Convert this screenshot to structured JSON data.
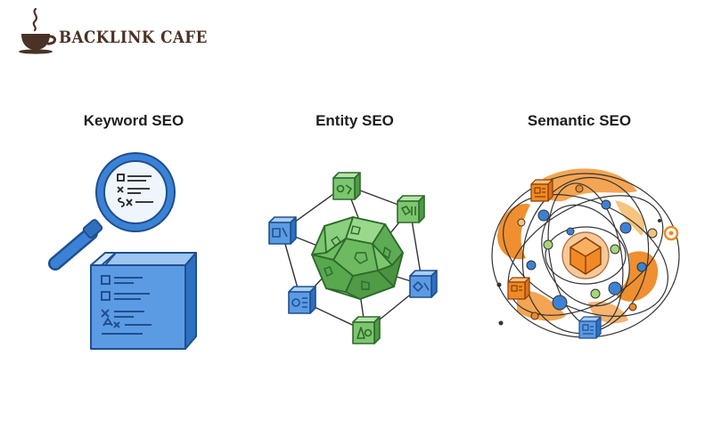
{
  "brand": {
    "name": "BACKLINK CAFE",
    "icon": "coffee-cup-icon",
    "color": "#4a3226"
  },
  "panels": [
    {
      "title": "Keyword SEO",
      "illustration": "magnifier-document-icon",
      "color": "#3b82d6"
    },
    {
      "title": "Entity SEO",
      "illustration": "entity-graph-icon",
      "color": "#5aa955"
    },
    {
      "title": "Semantic SEO",
      "illustration": "semantic-network-icon",
      "color": "#f08a24"
    }
  ],
  "colors": {
    "blue": "#3b82d6",
    "green": "#5aa955",
    "orange": "#f08a24",
    "ink": "#1e1e1e"
  }
}
